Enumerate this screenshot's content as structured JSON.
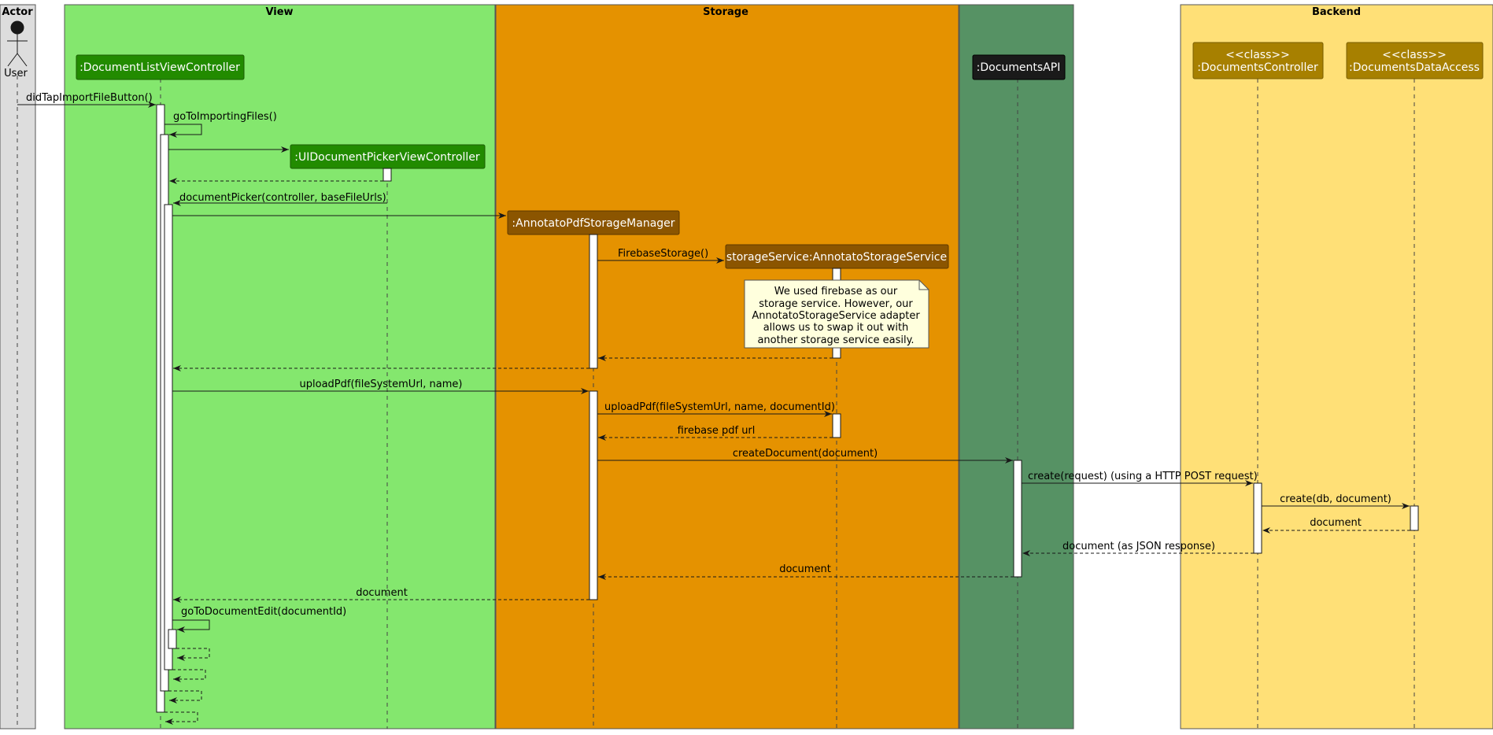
{
  "boxes": {
    "actor": "Actor",
    "view": "View",
    "storage": "Storage",
    "backend": "Backend"
  },
  "actor": {
    "label": "User"
  },
  "participants": {
    "doc_list_vc": ":DocumentListViewController",
    "ui_picker": ":UIDocumentPickerViewController",
    "pdf_manager": ":AnnotatoPdfStorageManager",
    "storage_service": "storageService:AnnotatoStorageService",
    "documents_api": ":DocumentsAPI",
    "docs_controller_stereo": "<<class>>",
    "docs_controller": ":DocumentsController",
    "docs_data_access_stereo": "<<class>>",
    "docs_data_access": ":DocumentsDataAccess"
  },
  "messages": {
    "did_tap_import": "didTapImportFileButton()",
    "go_to_importing": "goToImportingFiles()",
    "document_picker": "documentPicker(controller, baseFileUrls)",
    "firebase_storage": "FirebaseStorage()",
    "upload_pdf_1": "uploadPdf(fileSystemUrl, name)",
    "upload_pdf_2": "uploadPdf(fileSystemUrl, name, documentId)",
    "firebase_pdf_url": "firebase pdf url",
    "create_document": "createDocument(document)",
    "create_request": "create(request) (using a HTTP POST request)",
    "create_db": "create(db, document)",
    "ret_document_1": "document",
    "ret_document_json": "document (as JSON response)",
    "ret_document_2": "document",
    "ret_document_3": "document",
    "go_to_doc_edit": "goToDocumentEdit(documentId)"
  },
  "note": {
    "lines": [
      "We used firebase as our",
      "storage service. However, our",
      "AnnotatoStorageService adapter",
      "allows us to swap it out with",
      "another storage service easily."
    ]
  },
  "colors": {
    "actor_box": "#dddddd",
    "view_box": "#84e76e",
    "storage_box": "#e59200",
    "api_box": "#569264",
    "backend_box": "#ffe077",
    "view_participant": "#228b00",
    "storage_participant": "#8b5500",
    "api_participant": "#1a1a1a",
    "backend_participant": "#a78000",
    "note_fill": "#ffffdd"
  }
}
